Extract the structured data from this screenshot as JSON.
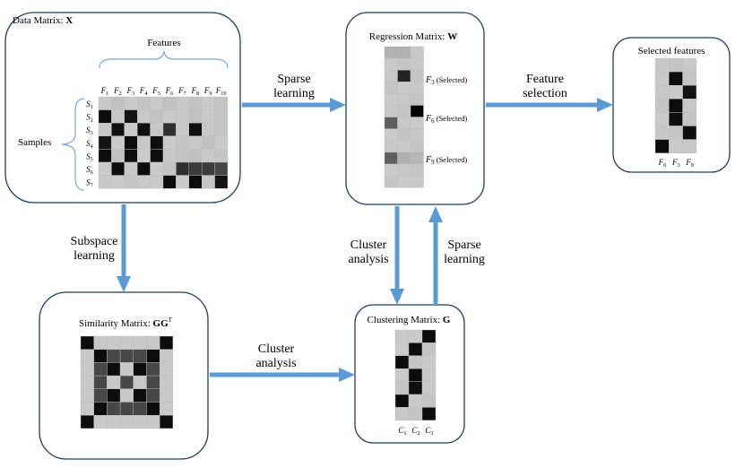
{
  "data_matrix": {
    "title": "Data Matrix: ",
    "symbol": "X",
    "features_label": "Features",
    "samples_label": "Samples",
    "col_labels": [
      [
        "F",
        "1"
      ],
      [
        "F",
        "2"
      ],
      [
        "F",
        "3"
      ],
      [
        "F",
        "4"
      ],
      [
        "F",
        "5"
      ],
      [
        "F",
        "6"
      ],
      [
        "F",
        "7"
      ],
      [
        "F",
        "8"
      ],
      [
        "F",
        "9"
      ],
      [
        "F",
        "10"
      ]
    ],
    "row_labels": [
      [
        "S",
        "1"
      ],
      [
        "S",
        "2"
      ],
      [
        "S",
        "3"
      ],
      [
        "S",
        "4"
      ],
      [
        "S",
        "5"
      ],
      [
        "S",
        "6"
      ],
      [
        "S",
        "7"
      ]
    ],
    "cells": [
      [
        0.85,
        0.82,
        0.86,
        0.83,
        0.86,
        0.82,
        0.85,
        0.83,
        0.86,
        0.84
      ],
      [
        0.05,
        0.85,
        0.08,
        0.85,
        0.83,
        0.86,
        0.85,
        0.82,
        0.86,
        0.84
      ],
      [
        0.85,
        0.07,
        0.86,
        0.06,
        0.85,
        0.2,
        0.85,
        0.06,
        0.85,
        0.84
      ],
      [
        0.08,
        0.86,
        0.05,
        0.85,
        0.06,
        0.86,
        0.84,
        0.85,
        0.82,
        0.86
      ],
      [
        0.05,
        0.82,
        0.06,
        0.86,
        0.05,
        0.85,
        0.84,
        0.82,
        0.86,
        0.84
      ],
      [
        0.86,
        0.06,
        0.85,
        0.05,
        0.86,
        0.84,
        0.2,
        0.25,
        0.25,
        0.3
      ],
      [
        0.85,
        0.86,
        0.84,
        0.85,
        0.86,
        0.05,
        0.86,
        0.05,
        0.84,
        0.08
      ]
    ]
  },
  "regression_matrix": {
    "title": "Regression Matrix: ",
    "symbol": "W",
    "cells": [
      [
        0.75,
        0.75,
        0.85
      ],
      [
        0.86,
        0.84,
        0.85
      ],
      [
        0.85,
        0.15,
        0.84
      ],
      [
        0.84,
        0.86,
        0.85
      ],
      [
        0.86,
        0.85,
        0.84
      ],
      [
        0.85,
        0.84,
        0.02
      ],
      [
        0.4,
        0.85,
        0.86
      ],
      [
        0.86,
        0.84,
        0.85
      ],
      [
        0.85,
        0.86,
        0.84
      ],
      [
        0.4,
        0.75,
        0.78
      ],
      [
        0.86,
        0.85,
        0.84
      ],
      [
        0.84,
        0.86,
        0.85
      ]
    ],
    "selected": [
      {
        "f": "F",
        "sub": "3",
        "text": " (Selected)"
      },
      {
        "f": "F",
        "sub": "6",
        "text": " (Selected)"
      },
      {
        "f": "F",
        "sub": "9",
        "text": " (Selected)"
      }
    ]
  },
  "selected_features": {
    "title": "Selected features",
    "cells": [
      [
        0.85,
        0.84,
        0.86
      ],
      [
        0.86,
        0.05,
        0.84
      ],
      [
        0.85,
        0.86,
        0.08
      ],
      [
        0.84,
        0.05,
        0.85
      ],
      [
        0.86,
        0.06,
        0.84
      ],
      [
        0.85,
        0.84,
        0.06
      ],
      [
        0.05,
        0.86,
        0.85
      ]
    ],
    "col_labels": [
      [
        "F",
        "6"
      ],
      [
        "F",
        "3"
      ],
      [
        "F",
        "9"
      ]
    ]
  },
  "similarity_matrix": {
    "title": "Similarity Matrix: ",
    "symbol": "GG",
    "sup": "T",
    "cells": [
      [
        0.05,
        0.85,
        0.85,
        0.85,
        0.85,
        0.85,
        0.05
      ],
      [
        0.85,
        0.05,
        0.3,
        0.3,
        0.3,
        0.05,
        0.85
      ],
      [
        0.85,
        0.3,
        0.05,
        0.85,
        0.05,
        0.3,
        0.85
      ],
      [
        0.85,
        0.3,
        0.85,
        0.3,
        0.85,
        0.3,
        0.85
      ],
      [
        0.85,
        0.3,
        0.05,
        0.85,
        0.05,
        0.3,
        0.85
      ],
      [
        0.85,
        0.05,
        0.3,
        0.3,
        0.3,
        0.05,
        0.85
      ],
      [
        0.05,
        0.85,
        0.85,
        0.85,
        0.85,
        0.85,
        0.05
      ]
    ]
  },
  "clustering_matrix": {
    "title": "Clustering Matrix: ",
    "symbol": "G",
    "cells": [
      [
        0.85,
        0.86,
        0.05
      ],
      [
        0.86,
        0.05,
        0.84
      ],
      [
        0.05,
        0.84,
        0.86
      ],
      [
        0.86,
        0.05,
        0.85
      ],
      [
        0.84,
        0.06,
        0.86
      ],
      [
        0.05,
        0.86,
        0.84
      ],
      [
        0.85,
        0.84,
        0.05
      ]
    ],
    "col_labels": [
      [
        "C",
        "1"
      ],
      [
        "C",
        "2"
      ],
      [
        "C",
        "3"
      ]
    ]
  },
  "arrows": {
    "sparse_learning_top": [
      "Sparse",
      "learning"
    ],
    "feature_selection": [
      "Feature",
      "selection"
    ],
    "subspace_learning": [
      "Subspace",
      "learning"
    ],
    "cluster_analysis_bottom": [
      "Cluster",
      "analysis"
    ],
    "cluster_analysis_vertical": [
      "Cluster",
      "analysis"
    ],
    "sparse_learning_vertical": [
      "Sparse",
      "learning"
    ]
  },
  "colors": {
    "arrow": "#5b9bd5",
    "box_border": "#1f3f5f"
  }
}
